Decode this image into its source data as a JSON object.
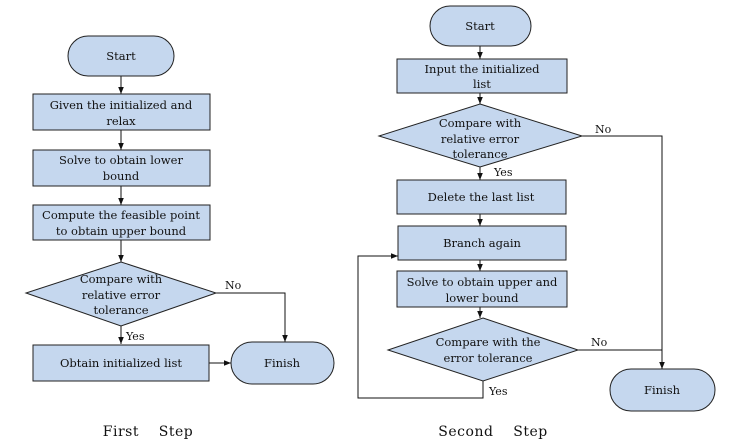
{
  "colors": {
    "node_fill": "#c5d7ee",
    "stroke": "#222222",
    "background": "#ffffff"
  },
  "first_step": {
    "caption": "First    Step",
    "start": "Start",
    "given": [
      "Given the initialized and",
      "relax"
    ],
    "solve": [
      "Solve to obtain lower",
      "bound"
    ],
    "compute": [
      "Compute the feasible point",
      "to obtain upper bound"
    ],
    "compare": [
      "Compare with",
      "relative error",
      "tolerance"
    ],
    "no_label": "No",
    "yes_label": "Yes",
    "obtain_list": "Obtain initialized list",
    "finish": "Finish"
  },
  "second_step": {
    "caption": "Second    Step",
    "start": "Start",
    "input": [
      "Input the initialized",
      "list"
    ],
    "compare1": [
      "Compare with",
      "relative error",
      "tolerance"
    ],
    "no1_label": "No",
    "yes1_label": "Yes",
    "delete": "Delete the last list",
    "branch": "Branch again",
    "solve": [
      "Solve to obtain upper and",
      "lower bound"
    ],
    "compare2": [
      "Compare with the",
      "error tolerance"
    ],
    "no2_label": "No",
    "yes2_label": "Yes",
    "finish": "Finish"
  }
}
